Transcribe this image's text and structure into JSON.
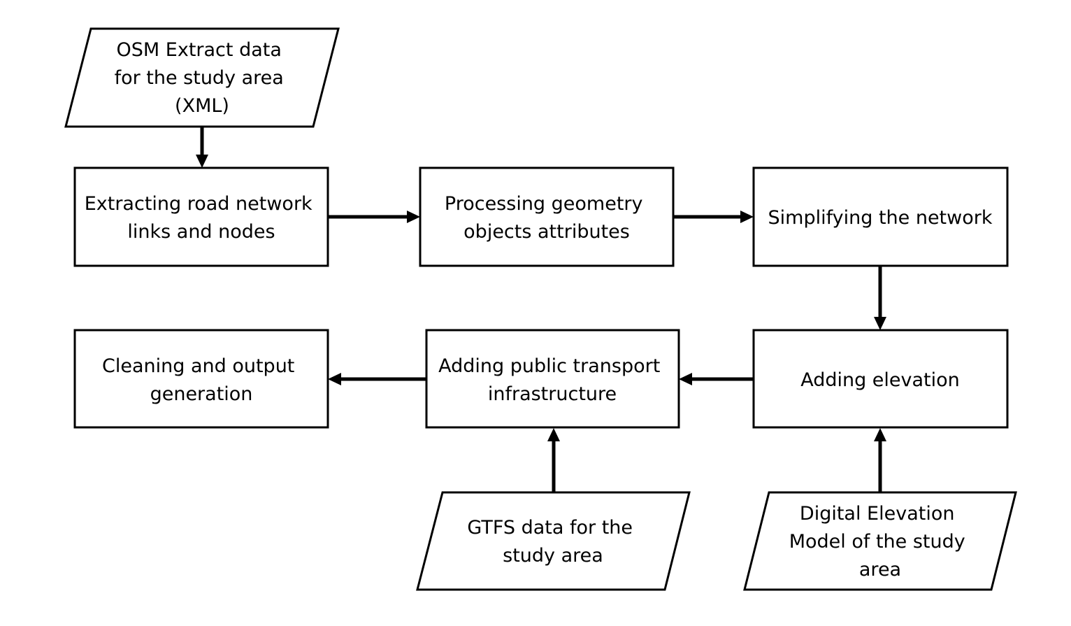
{
  "diagram": {
    "nodes": {
      "osm_input": {
        "shape": "parallelogram",
        "lines": [
          "OSM Extract data",
          "for the study area",
          "(XML)"
        ]
      },
      "extract_links": {
        "shape": "rectangle",
        "lines": [
          "Extracting road network",
          "links and nodes"
        ]
      },
      "process_geometry": {
        "shape": "rectangle",
        "lines": [
          "Processing geometry",
          "objects attributes"
        ]
      },
      "simplify_network": {
        "shape": "rectangle",
        "lines": [
          "Simplifying the network"
        ]
      },
      "add_elevation": {
        "shape": "rectangle",
        "lines": [
          "Adding elevation"
        ]
      },
      "add_public_transport": {
        "shape": "rectangle",
        "lines": [
          "Adding public transport",
          "infrastructure"
        ]
      },
      "cleaning_output": {
        "shape": "rectangle",
        "lines": [
          "Cleaning and output",
          "generation"
        ]
      },
      "gtfs_input": {
        "shape": "parallelogram",
        "lines": [
          "GTFS data for the",
          "study area"
        ]
      },
      "dem_input": {
        "shape": "parallelogram",
        "lines": [
          "Digital Elevation",
          "Model of the study",
          "area"
        ]
      }
    },
    "edges": [
      {
        "from": "osm_input",
        "to": "extract_links"
      },
      {
        "from": "extract_links",
        "to": "process_geometry"
      },
      {
        "from": "process_geometry",
        "to": "simplify_network"
      },
      {
        "from": "simplify_network",
        "to": "add_elevation"
      },
      {
        "from": "add_elevation",
        "to": "add_public_transport"
      },
      {
        "from": "add_public_transport",
        "to": "cleaning_output"
      },
      {
        "from": "gtfs_input",
        "to": "add_public_transport"
      },
      {
        "from": "dem_input",
        "to": "add_elevation"
      }
    ]
  }
}
